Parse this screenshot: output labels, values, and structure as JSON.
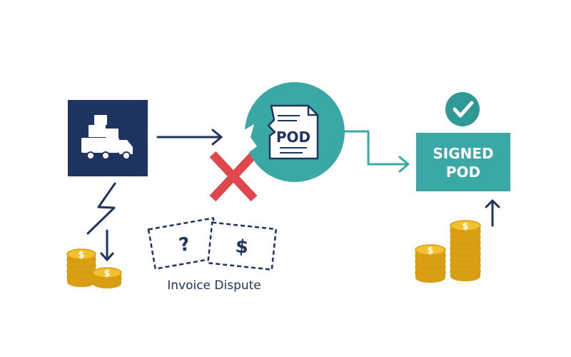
{
  "diagram": {
    "pod_document_label": "POD",
    "signed_box_label_line1": "SIGNED",
    "signed_box_label_line2": "POD",
    "dispute_caption": "Invoice Dispute",
    "dispute_question_mark": "?",
    "dispute_dollar_sign": "$",
    "coin_symbol": "$"
  },
  "colors": {
    "navy": "#1f3361",
    "teal": "#3aa9a6",
    "teal_dark": "#2f9995",
    "red_x": "#e0474c",
    "coin_gold": "#f2c22e",
    "coin_edge": "#d89d12",
    "coin_text": "#ffffff",
    "white": "#ffffff"
  },
  "icons": {
    "truck": "truck-with-boxes-icon",
    "document": "pod-document-icon",
    "check": "checkmark-circle-icon",
    "error": "red-x-icon",
    "coins": "coin-stack-icon"
  }
}
